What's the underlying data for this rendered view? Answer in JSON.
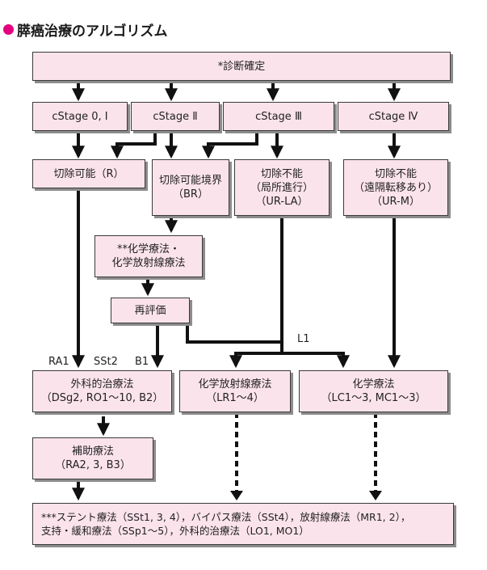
{
  "title": "膵癌治療のアルゴリズム",
  "nodes": {
    "diagnosis": "*診断確定",
    "stage01": "cStage 0, Ⅰ",
    "stage2": "cStage Ⅱ",
    "stage3": "cStage Ⅲ",
    "stage4": "cStage Ⅳ",
    "resectable": "切除可能（R）",
    "borderline": "切除可能境界\n（BR）",
    "unresectable_la": "切除不能\n（局所進行）\n（UR-LA）",
    "unresectable_m": "切除不能\n（遠隔転移あり）\n（UR-M）",
    "neoadjuvant": "**化学療法・\n化学放射線療法",
    "reeval": "再評価",
    "surgery": "外科的治療法\n（DSg2, RO1〜10, B2）",
    "chemoradiation": "化学放射線療法\n（LR1〜4）",
    "chemo": "化学療法\n（LC1〜3, MC1〜3）",
    "adjuvant": "補助療法\n（RA2, 3, B3）",
    "supportive": "***ステント療法（SSt1, 3, 4），バイパス療法（SSt4），放射線療法（MR1, 2），\n支持・緩和療法（SSp1〜5），外科的治療法（LO1, MO1）"
  },
  "labels": {
    "ra1": "RA1",
    "sst2": "SSt2",
    "b1": "B1",
    "l1": "L1"
  },
  "colors": {
    "bullet": "#e4007f",
    "box_fill": "#fbe3ec",
    "box_border": "#3a3a3a",
    "shadow": "#8c8c8c",
    "line": "#111111"
  }
}
